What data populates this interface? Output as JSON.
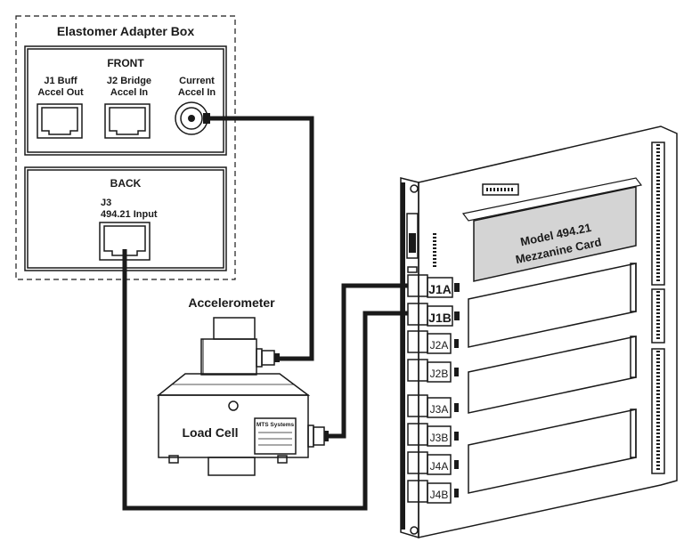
{
  "adapter_box": {
    "title": "Elastomer Adapter Box",
    "front": {
      "heading": "FRONT",
      "j1": {
        "line1": "J1 Buff",
        "line2": "Accel Out"
      },
      "j2": {
        "line1": "J2 Bridge",
        "line2": "Accel In"
      },
      "current": {
        "line1": "Current",
        "line2": "Accel In"
      }
    },
    "back": {
      "heading": "BACK",
      "j3": {
        "line1": "J3",
        "line2": "494.21 Input"
      }
    }
  },
  "accelerometer": {
    "label": "Accelerometer"
  },
  "load_cell": {
    "label": "Load Cell",
    "plate": "MTS Systems"
  },
  "card": {
    "mezzanine": {
      "line1": "Model 494.21",
      "line2": "Mezzanine Card"
    },
    "ports": [
      "J1A",
      "J1B",
      "J2A",
      "J2B",
      "J3A",
      "J3B",
      "J4A",
      "J4B"
    ]
  }
}
